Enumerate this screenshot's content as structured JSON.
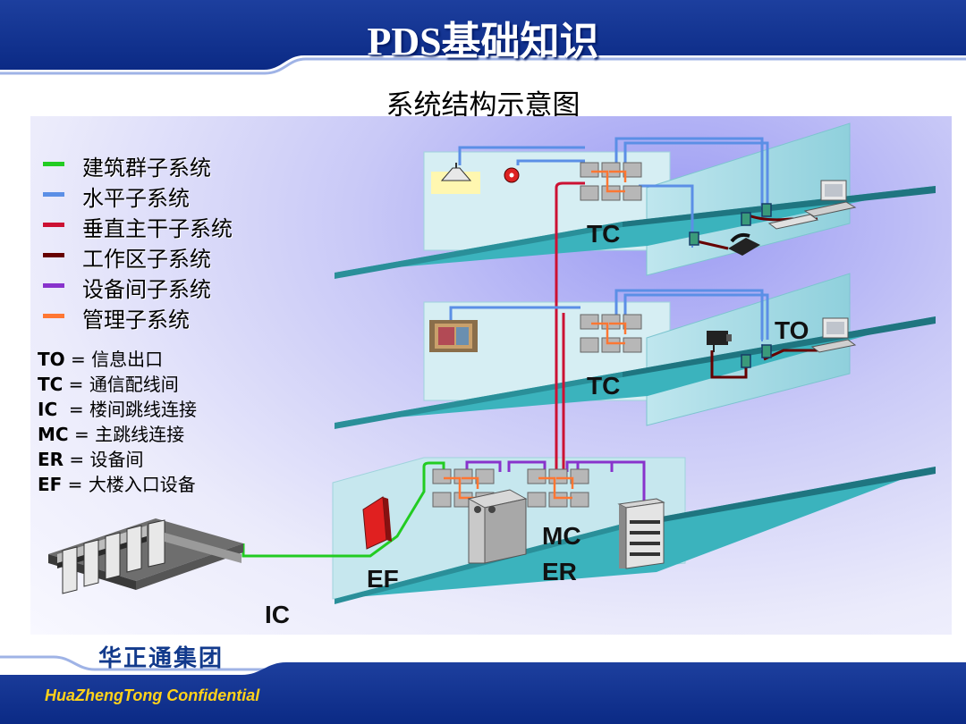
{
  "header": {
    "title": "PDS基础知识"
  },
  "subtitle": "系统结构示意图",
  "legend": [
    {
      "label": "建筑群子系统",
      "color": "#22cc22"
    },
    {
      "label": "水平子系统",
      "color": "#5b8fe6"
    },
    {
      "label": "垂直主干子系统",
      "color": "#cc1133"
    },
    {
      "label": "工作区子系统",
      "color": "#660000"
    },
    {
      "label": "设备间子系统",
      "color": "#8833cc"
    },
    {
      "label": "管理子系统",
      "color": "#ff7733"
    }
  ],
  "abbreviations": [
    {
      "key": "TO",
      "sep": " = ",
      "value": "信息出口"
    },
    {
      "key": "TC",
      "sep": " = ",
      "value": "通信配线间"
    },
    {
      "key": "IC",
      "sep": "  = ",
      "value": "楼间跳线连接"
    },
    {
      "key": "MC",
      "sep": " = ",
      "value": "主跳线连接"
    },
    {
      "key": "ER",
      "sep": " = ",
      "value": "设备间"
    },
    {
      "key": "EF",
      "sep": " = ",
      "value": "大楼入口设备"
    }
  ],
  "labels": {
    "tc_top": "TC",
    "tc_mid": "TC",
    "to": "TO",
    "mc": "MC",
    "er": "ER",
    "ef": "EF",
    "ic": "IC"
  },
  "footer": {
    "company": "华正通集团",
    "confidential": "HuaZhengTong Confidential"
  }
}
